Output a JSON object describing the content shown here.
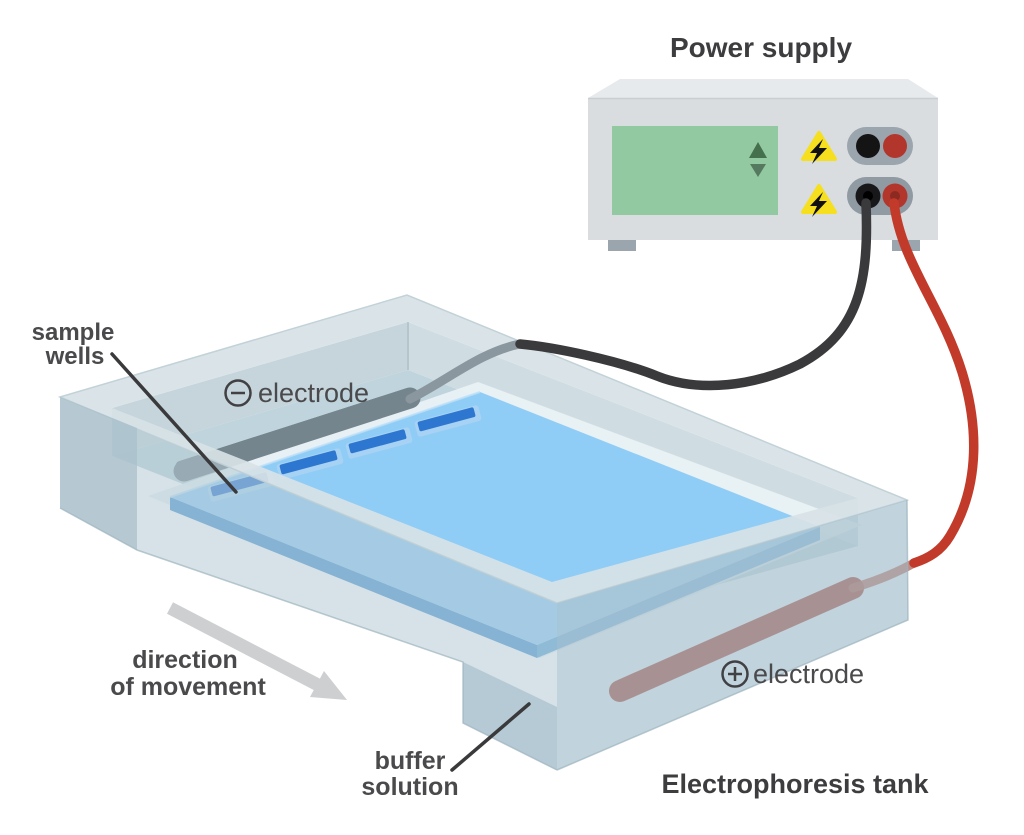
{
  "labels": {
    "power_supply": "Power supply",
    "sample_wells_line1": "sample",
    "sample_wells_line2": "wells",
    "neg_electrode": "electrode",
    "pos_electrode": "electrode",
    "direction_line1": "direction",
    "direction_line2": "of movement",
    "buffer_line1": "buffer",
    "buffer_line2": "solution",
    "tank": "Electrophoresis tank"
  },
  "icons": {
    "neg_symbol": "minus-circle-icon",
    "pos_symbol": "plus-circle-icon",
    "warning": "high-voltage-warning-icon",
    "screen_up": "up-arrow-icon",
    "screen_down": "down-arrow-icon",
    "direction_arrow": "direction-arrow-icon"
  },
  "colors": {
    "gel": "#8ccbf6",
    "gel_edge_left": "#4f97d3",
    "gel_edge_right": "#63a8dc",
    "well_dark": "#2d77d0",
    "well_light": "#a7d2f3",
    "tank_body": "#b5cad4",
    "rim_top": "#d7e2e6",
    "inner_wall": "#c5d5db",
    "inner_wall_right": "#cfdde3",
    "buffer_surface": "#bfd4dc",
    "platform": "#e9f1f4",
    "neg_rod": "#75858e",
    "pos_rod": "#a45f55",
    "wire_black": "#3a3a3c",
    "wire_red": "#c23b2a",
    "wire_gray_lead": "#8b979e",
    "ps_body": "#d9dde0",
    "ps_top": "#e7eaec",
    "screen": "#92c9a1",
    "warning_yellow": "#f6df1e",
    "port_red": "#b2362b",
    "port_black": "#141414",
    "capsule": "#9aa5ae",
    "arrow_gray": "#cdcfd1",
    "text": "#4a4a4c",
    "title_text": "#3d3d3f"
  },
  "wells": {
    "count": 4
  }
}
